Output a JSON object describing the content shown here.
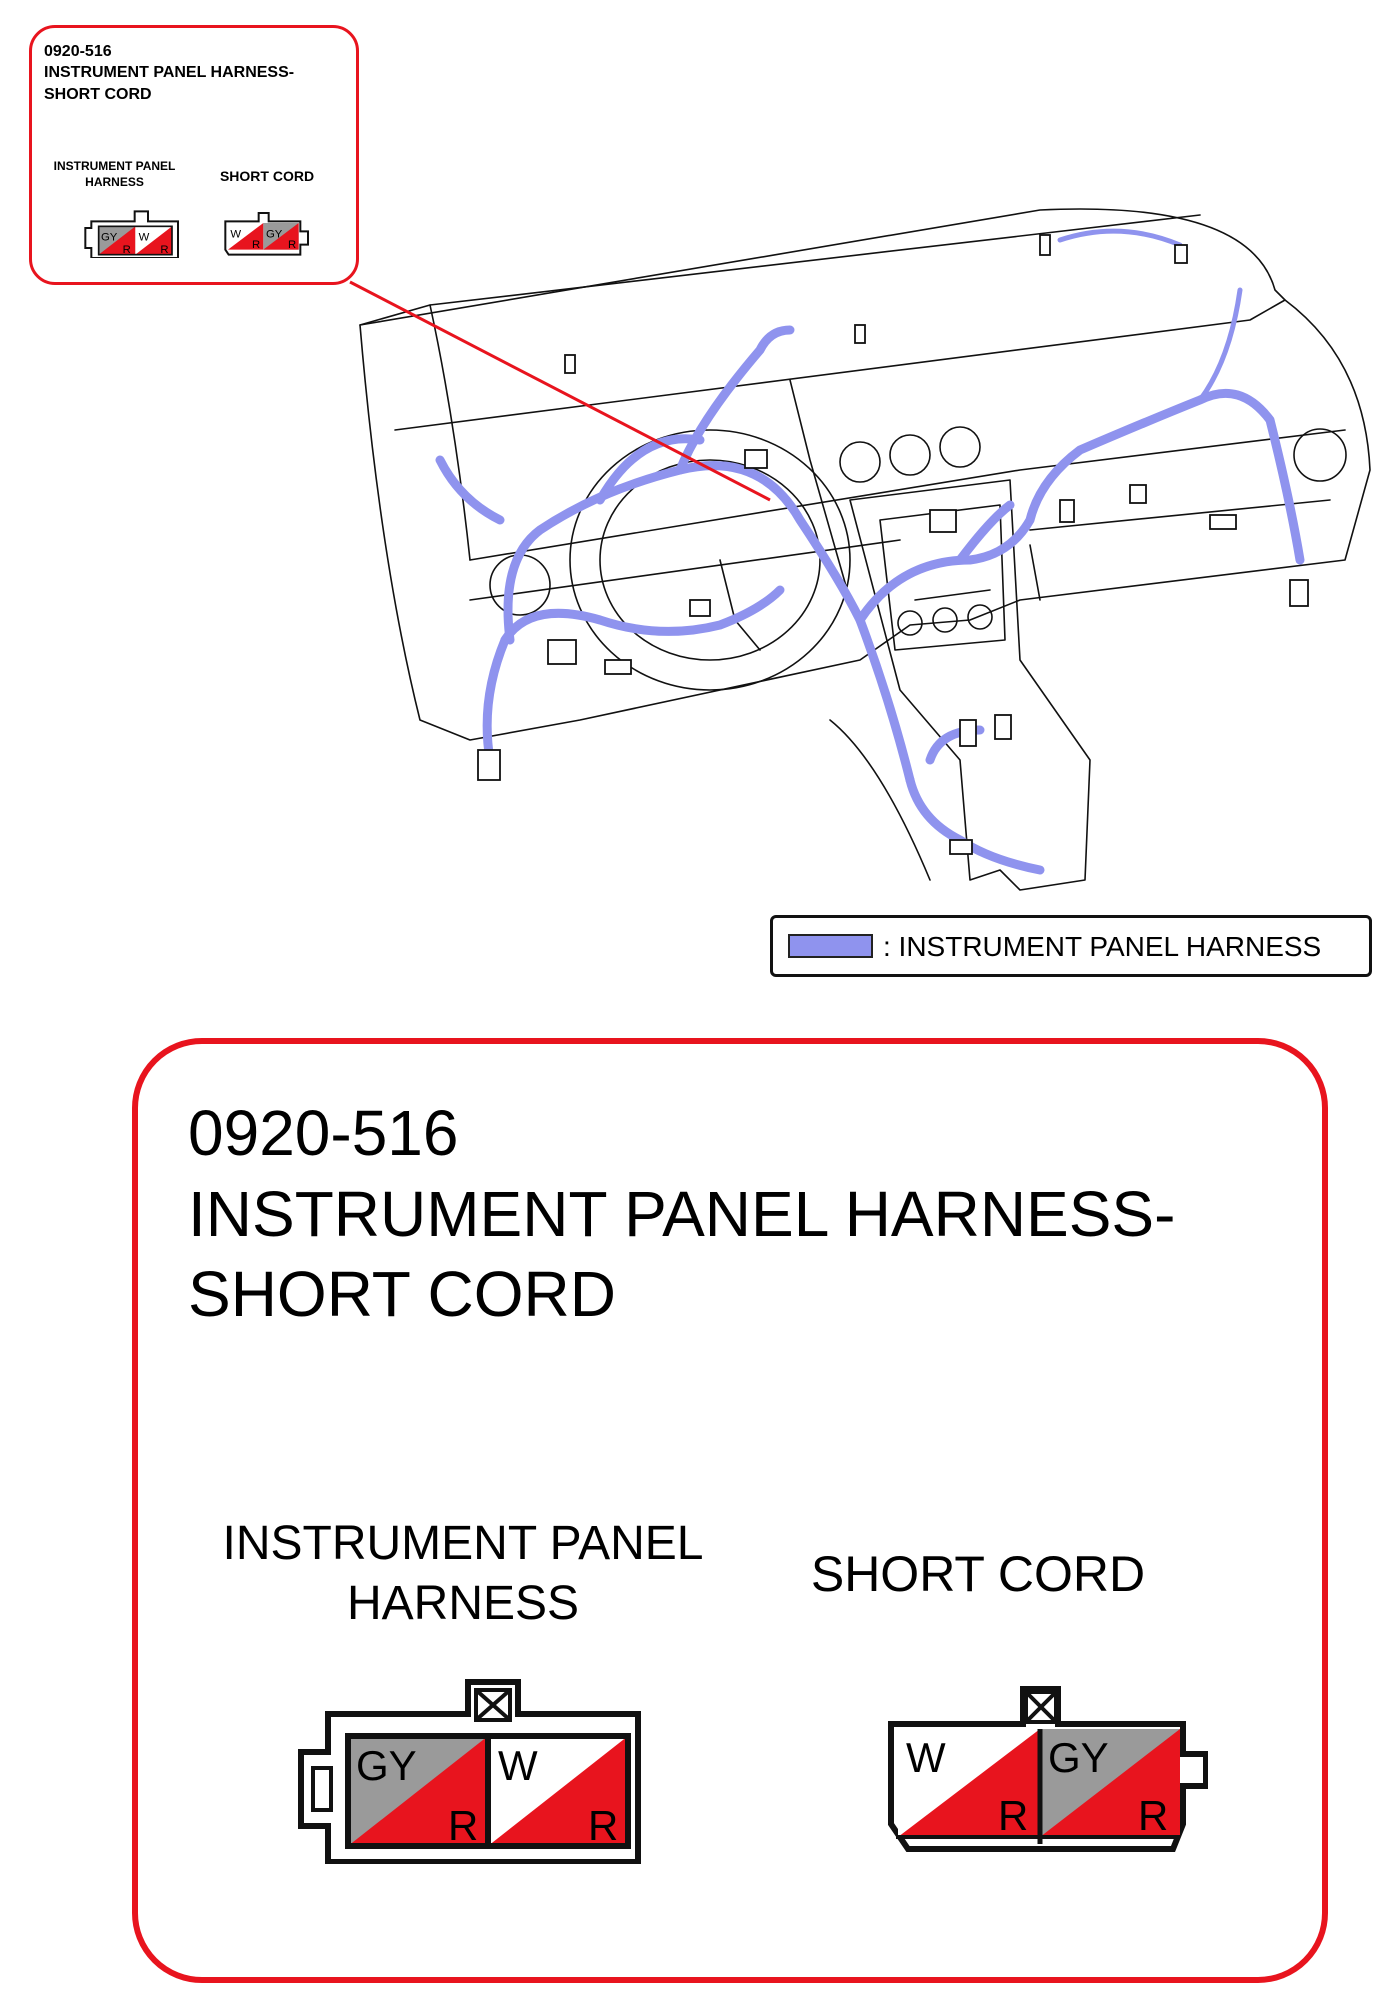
{
  "part_code": "0920-516",
  "part_title": "INSTRUMENT PANEL HARNESS- SHORT CORD",
  "connector_a": {
    "label": "INSTRUMENT PANEL HARNESS",
    "cells": [
      {
        "top": "GY",
        "bottom": "R"
      },
      {
        "top": "W",
        "bottom": "R"
      }
    ]
  },
  "connector_b": {
    "label": "SHORT CORD",
    "cells": [
      {
        "top": "W",
        "bottom": "R"
      },
      {
        "top": "GY",
        "bottom": "R"
      }
    ]
  },
  "legend": {
    "text": ": INSTRUMENT PANEL HARNESS"
  },
  "colors": {
    "harness": "#8f93ee",
    "callout_red": "#e8141e",
    "wire_red": "#e8141e",
    "wire_gray": "#9a9a9a",
    "wire_white": "#ffffff"
  }
}
